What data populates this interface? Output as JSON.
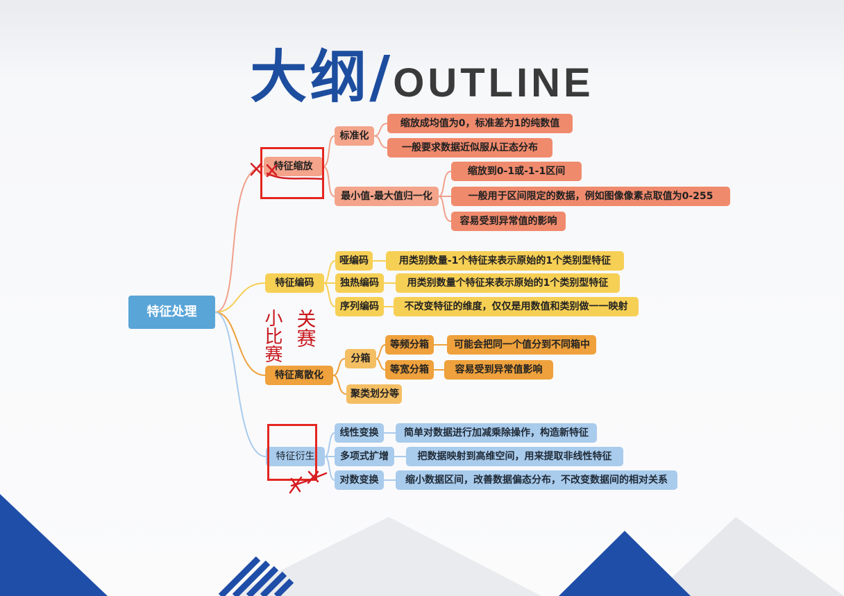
{
  "title": {
    "cn": "大纲/",
    "en": "OUTLINE"
  },
  "colors": {
    "title_blue": "#1d4d9e",
    "root": "#5aa5d8",
    "scaling": "#f08a6d",
    "encoding": "#f6cf55",
    "discretization": "#eea13c",
    "derivation": "#a9cbec",
    "annotation_red": "#e3261f"
  },
  "mindmap": {
    "root": "特征处理",
    "scaling": {
      "label": "特征缩放",
      "standardization": {
        "label": "标准化",
        "items": [
          "缩放成均值为0，标准差为1的纯数值",
          "一般要求数据近似服从正态分布"
        ]
      },
      "minmax": {
        "label": "最小值-最大值归一化",
        "items": [
          "缩放到0-1或-1-1区间",
          "一般用于区间限定的数据，例如图像像素点取值为0-255",
          "容易受到异常值的影响"
        ]
      }
    },
    "encoding": {
      "label": "特征编码",
      "items": [
        {
          "label": "哑编码",
          "desc": "用类别数量-1个特征来表示原始的1个类别型特征"
        },
        {
          "label": "独热编码",
          "desc": "用类别数量个特征来表示原始的1个类别型特征"
        },
        {
          "label": "序列编码",
          "desc": "不改变特征的维度，仅仅是用数值和类别做一一映射"
        }
      ]
    },
    "discretization": {
      "label": "特征离散化",
      "binning": {
        "label": "分箱",
        "items": [
          {
            "label": "等频分箱",
            "desc": "可能会把同一个值分到不同箱中"
          },
          {
            "label": "等宽分箱",
            "desc": "容易受到异常值影响"
          }
        ]
      },
      "clustering": "聚类划分等"
    },
    "derivation": {
      "label": "特征衍生",
      "items": [
        {
          "label": "线性变换",
          "desc": "简单对数据进行加减乘除操作，构造新特征"
        },
        {
          "label": "多项式扩增",
          "desc": "把数据映射到高维空间，用来提取非线性特征"
        },
        {
          "label": "对数变换",
          "desc": "缩小数据区间，改善数据偏态分布，不改变数据间的相对关系"
        }
      ]
    }
  },
  "annotations": {
    "handwritten_1": "小比赛",
    "handwritten_2": "关赛"
  }
}
